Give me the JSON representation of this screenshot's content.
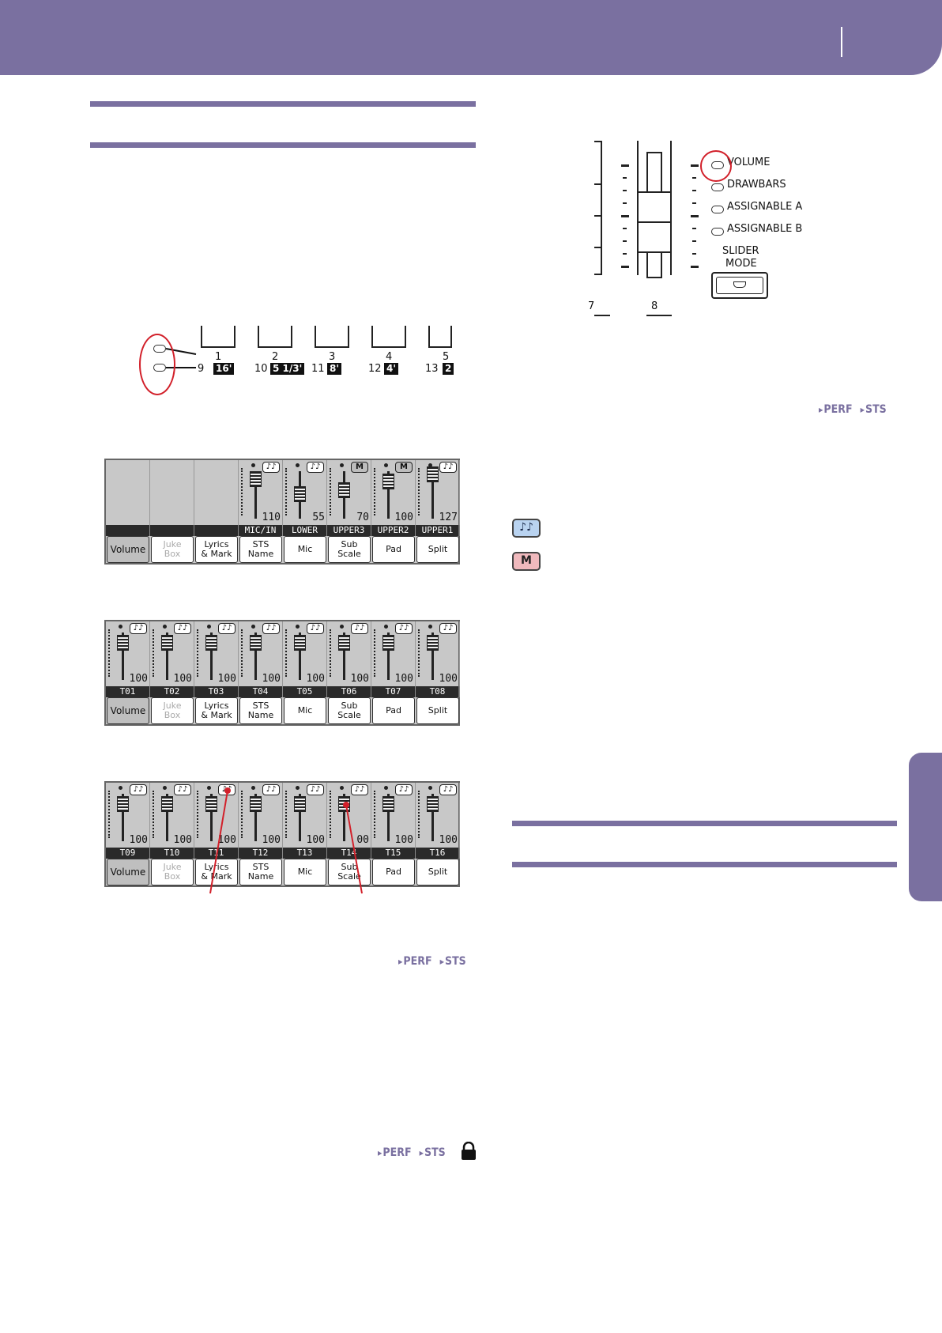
{
  "colors": {
    "brand": "#7a70a0",
    "highlight": "#d2202a"
  },
  "links": {
    "right_top": [
      "PERF",
      "STS"
    ],
    "left_middle": [
      "PERF",
      "STS"
    ],
    "left_bottom": [
      "PERF",
      "STS"
    ]
  },
  "lock_icon": "lock-icon",
  "slider_mode": {
    "leds": [
      "VOLUME",
      "DRAWBARS",
      "ASSIGNABLE A",
      "ASSIGNABLE B"
    ],
    "button_label_1": "SLIDER",
    "button_label_2": "MODE",
    "slider_numbers": [
      "7",
      "8"
    ]
  },
  "drawbar_strip": {
    "top_numbers": [
      "1",
      "2",
      "3",
      "4",
      "5"
    ],
    "bottom_numbers": [
      "9",
      "10",
      "11",
      "12",
      "13"
    ],
    "footages": [
      "16'",
      "5 1/3'",
      "8'",
      "4'",
      "2"
    ]
  },
  "track_icons": [
    "note-icon",
    "mute-icon"
  ],
  "panels": [
    {
      "tracks": [
        {
          "label": "",
          "value": "",
          "icon": "",
          "level": null
        },
        {
          "label": "",
          "value": "",
          "icon": "",
          "level": null
        },
        {
          "label": "",
          "value": "",
          "icon": "",
          "level": null
        },
        {
          "label": "MIC/IN",
          "value": "110",
          "icon": "note",
          "level": 110
        },
        {
          "label": "LOWER",
          "value": "55",
          "icon": "note",
          "level": 55
        },
        {
          "label": "UPPER3",
          "value": "70",
          "icon": "M",
          "level": 70
        },
        {
          "label": "UPPER2",
          "value": "100",
          "icon": "M",
          "level": 100
        },
        {
          "label": "UPPER1",
          "value": "127",
          "icon": "note",
          "level": 127
        }
      ]
    },
    {
      "tracks": [
        {
          "label": "T01",
          "value": "100",
          "icon": "note",
          "level": 100
        },
        {
          "label": "T02",
          "value": "100",
          "icon": "note",
          "level": 100
        },
        {
          "label": "T03",
          "value": "100",
          "icon": "note",
          "level": 100
        },
        {
          "label": "T04",
          "value": "100",
          "icon": "note",
          "level": 100
        },
        {
          "label": "T05",
          "value": "100",
          "icon": "note",
          "level": 100
        },
        {
          "label": "T06",
          "value": "100",
          "icon": "note",
          "level": 100
        },
        {
          "label": "T07",
          "value": "100",
          "icon": "note",
          "level": 100
        },
        {
          "label": "T08",
          "value": "100",
          "icon": "note",
          "level": 100
        }
      ]
    },
    {
      "tracks": [
        {
          "label": "T09",
          "value": "100",
          "icon": "note",
          "level": 100
        },
        {
          "label": "T10",
          "value": "100",
          "icon": "note",
          "level": 100
        },
        {
          "label": "T11",
          "value": "100",
          "icon": "note",
          "level": 100
        },
        {
          "label": "T12",
          "value": "100",
          "icon": "note",
          "level": 100
        },
        {
          "label": "T13",
          "value": "100",
          "icon": "note",
          "level": 100
        },
        {
          "label": "T14",
          "value": "00",
          "icon": "note",
          "level": 100
        },
        {
          "label": "T15",
          "value": "100",
          "icon": "note",
          "level": 100
        },
        {
          "label": "T16",
          "value": "100",
          "icon": "note",
          "level": 100
        }
      ]
    }
  ],
  "buttons": [
    {
      "l1": "Volume",
      "l2": ""
    },
    {
      "l1": "Juke",
      "l2": "Box"
    },
    {
      "l1": "Lyrics",
      "l2": "& Mark"
    },
    {
      "l1": "STS",
      "l2": "Name"
    },
    {
      "l1": "Mic",
      "l2": ""
    },
    {
      "l1": "Sub",
      "l2": "Scale"
    },
    {
      "l1": "Pad",
      "l2": ""
    },
    {
      "l1": "Split",
      "l2": ""
    }
  ]
}
